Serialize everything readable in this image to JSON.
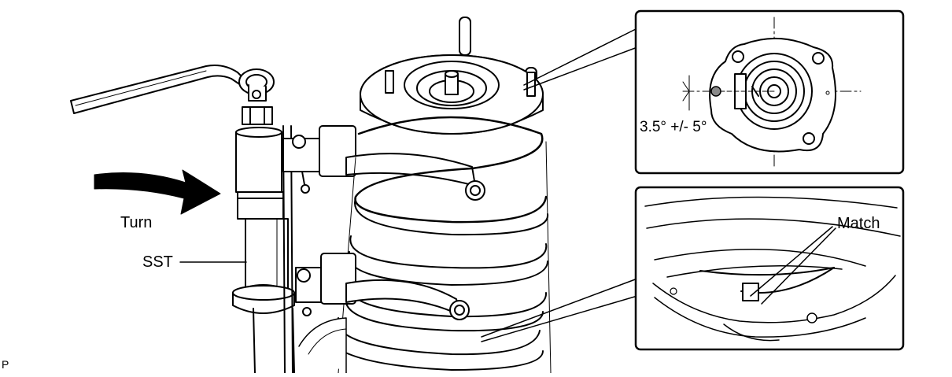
{
  "labels": {
    "turn": "Turn",
    "sst": "SST",
    "angle": "3.5° +/- 5°",
    "match": "Match",
    "code": "P"
  },
  "colors": {
    "line": "#000000",
    "background": "#ffffff",
    "arrow": "#000000",
    "mark_fill": "#8a8a8a"
  }
}
